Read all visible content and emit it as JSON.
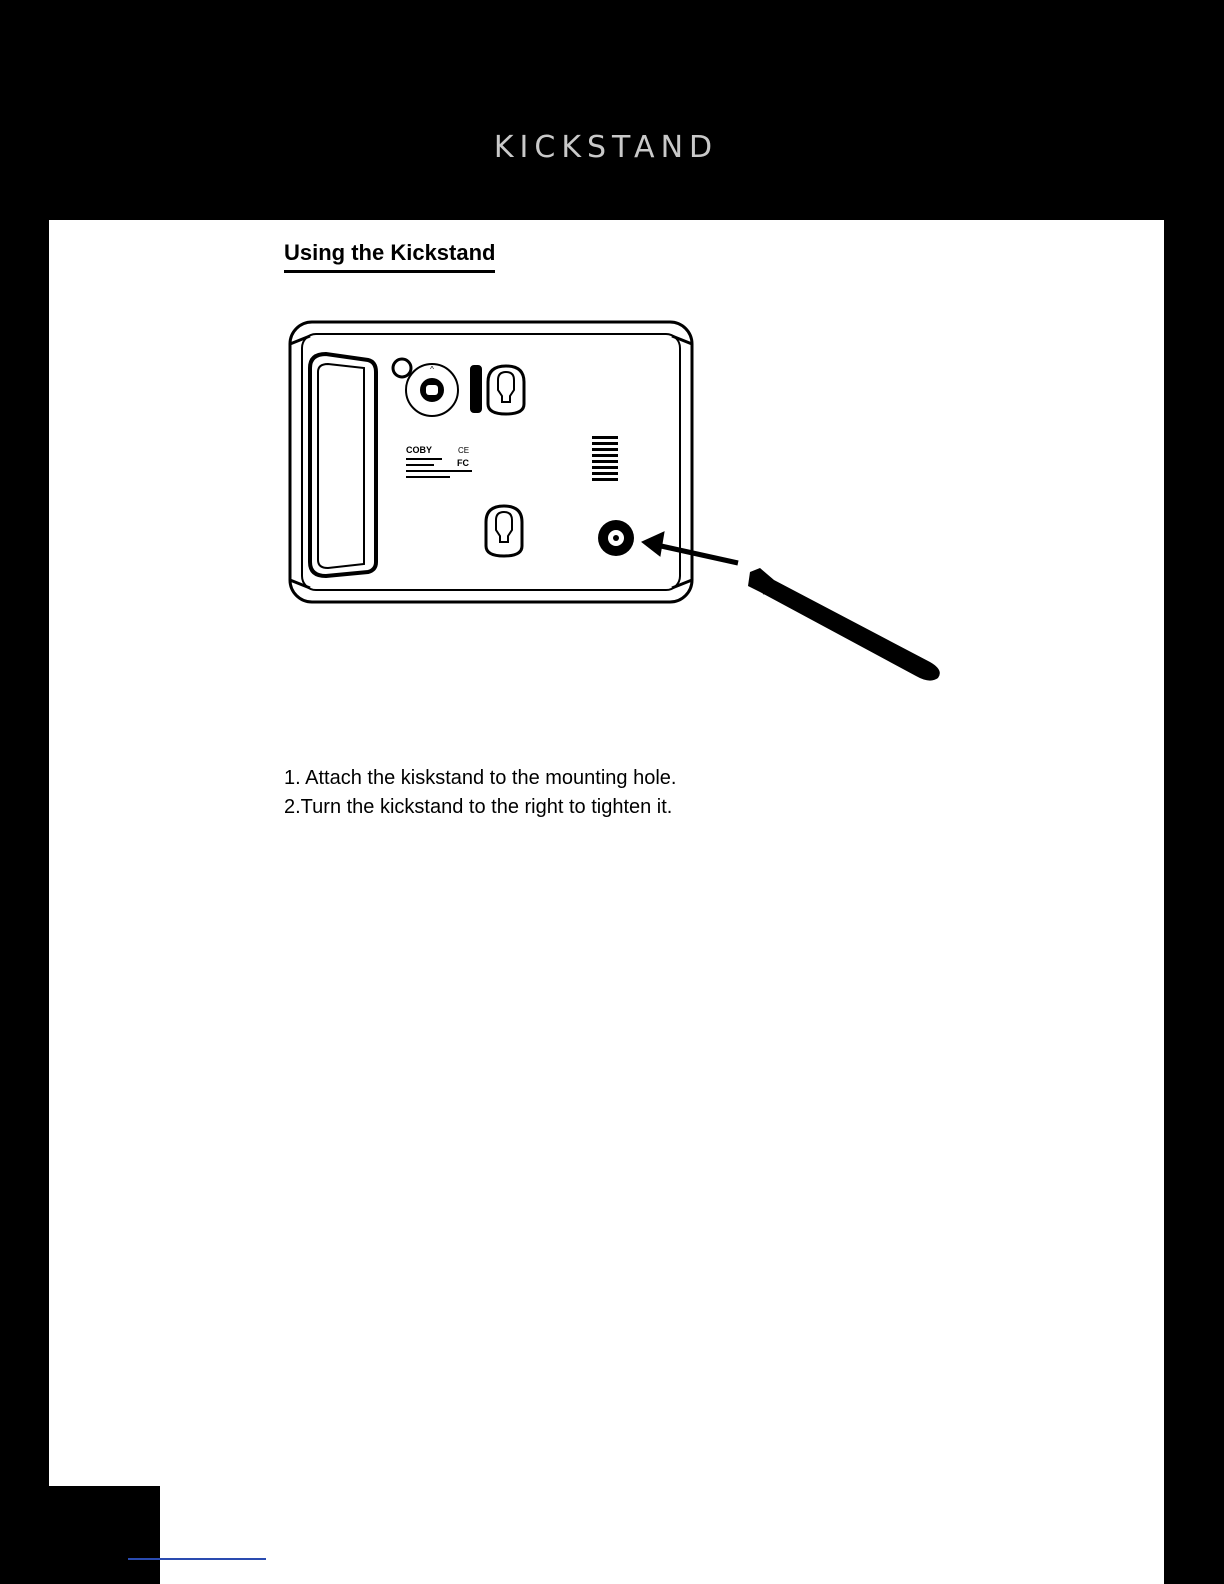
{
  "header": {
    "title": "KICKSTAND"
  },
  "section": {
    "heading": "Using the Kickstand"
  },
  "figure": {
    "device_brand": "COBY",
    "device_marks": [
      "CE",
      "FC"
    ]
  },
  "instructions": [
    "1. Attach the kiskstand to the mounting hole.",
    "2.Turn the kickstand to the right to tighten it."
  ]
}
